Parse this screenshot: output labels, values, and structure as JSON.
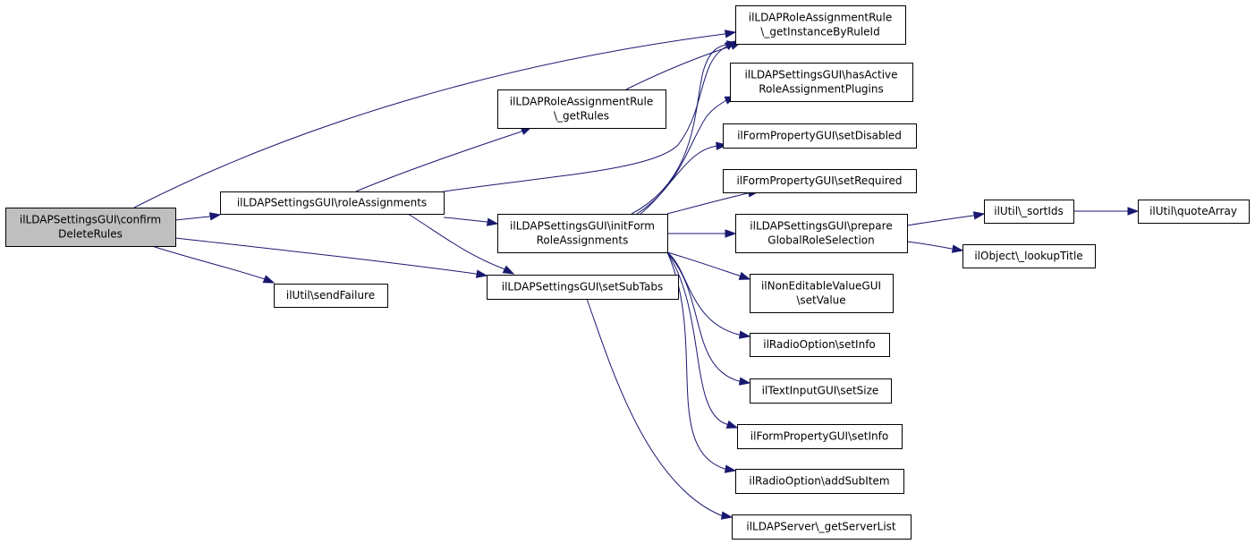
{
  "nodes": [
    {
      "id": "confirmDeleteRules",
      "lines": [
        "ilLDAPSettingsGUI\\confirm",
        "DeleteRules"
      ],
      "root": true
    },
    {
      "id": "roleAssignments",
      "lines": [
        "ilLDAPSettingsGUI\\roleAssignments"
      ]
    },
    {
      "id": "getRules",
      "lines": [
        "ilLDAPRoleAssignmentRule",
        "\\_getRules"
      ]
    },
    {
      "id": "getInstanceByRuleId",
      "lines": [
        "ilLDAPRoleAssignmentRule",
        "\\_getInstanceByRuleId"
      ]
    },
    {
      "id": "initFormRoleAssignments",
      "lines": [
        "ilLDAPSettingsGUI\\initForm",
        "RoleAssignments"
      ]
    },
    {
      "id": "setSubTabs",
      "lines": [
        "ilLDAPSettingsGUI\\setSubTabs"
      ]
    },
    {
      "id": "sendFailure",
      "lines": [
        "ilUtil\\sendFailure"
      ]
    },
    {
      "id": "hasActiveRoleAssignmentPlugins",
      "lines": [
        "ilLDAPSettingsGUI\\hasActive",
        "RoleAssignmentPlugins"
      ]
    },
    {
      "id": "setDisabled",
      "lines": [
        "ilFormPropertyGUI\\setDisabled"
      ]
    },
    {
      "id": "setRequired",
      "lines": [
        "ilFormPropertyGUI\\setRequired"
      ]
    },
    {
      "id": "prepareGlobalRoleSelection",
      "lines": [
        "ilLDAPSettingsGUI\\prepare",
        "GlobalRoleSelection"
      ]
    },
    {
      "id": "setValue",
      "lines": [
        "ilNonEditableValueGUI",
        "\\setValue"
      ]
    },
    {
      "id": "radioSetInfo",
      "lines": [
        "ilRadioOption\\setInfo"
      ]
    },
    {
      "id": "setSize",
      "lines": [
        "ilTextInputGUI\\setSize"
      ]
    },
    {
      "id": "formSetInfo",
      "lines": [
        "ilFormPropertyGUI\\setInfo"
      ]
    },
    {
      "id": "addSubItem",
      "lines": [
        "ilRadioOption\\addSubItem"
      ]
    },
    {
      "id": "getServerList",
      "lines": [
        "ilLDAPServer\\_getServerList"
      ]
    },
    {
      "id": "sortIds",
      "lines": [
        "ilUtil\\_sortIds"
      ]
    },
    {
      "id": "quoteArray",
      "lines": [
        "ilUtil\\quoteArray"
      ]
    },
    {
      "id": "lookupTitle",
      "lines": [
        "ilObject\\_lookupTitle"
      ]
    }
  ],
  "edges": [
    {
      "from": "confirmDeleteRules",
      "to": "getInstanceByRuleId"
    },
    {
      "from": "confirmDeleteRules",
      "to": "roleAssignments"
    },
    {
      "from": "confirmDeleteRules",
      "to": "setSubTabs"
    },
    {
      "from": "confirmDeleteRules",
      "to": "sendFailure"
    },
    {
      "from": "roleAssignments",
      "to": "getRules"
    },
    {
      "from": "roleAssignments",
      "to": "getInstanceByRuleId"
    },
    {
      "from": "roleAssignments",
      "to": "initFormRoleAssignments"
    },
    {
      "from": "roleAssignments",
      "to": "setSubTabs"
    },
    {
      "from": "getRules",
      "to": "getInstanceByRuleId"
    },
    {
      "from": "initFormRoleAssignments",
      "to": "getInstanceByRuleId"
    },
    {
      "from": "initFormRoleAssignments",
      "to": "hasActiveRoleAssignmentPlugins"
    },
    {
      "from": "initFormRoleAssignments",
      "to": "setDisabled"
    },
    {
      "from": "initFormRoleAssignments",
      "to": "setRequired"
    },
    {
      "from": "initFormRoleAssignments",
      "to": "prepareGlobalRoleSelection"
    },
    {
      "from": "initFormRoleAssignments",
      "to": "setValue"
    },
    {
      "from": "initFormRoleAssignments",
      "to": "radioSetInfo"
    },
    {
      "from": "initFormRoleAssignments",
      "to": "setSize"
    },
    {
      "from": "initFormRoleAssignments",
      "to": "formSetInfo"
    },
    {
      "from": "initFormRoleAssignments",
      "to": "addSubItem"
    },
    {
      "from": "setSubTabs",
      "to": "getServerList"
    },
    {
      "from": "prepareGlobalRoleSelection",
      "to": "sortIds"
    },
    {
      "from": "prepareGlobalRoleSelection",
      "to": "lookupTitle"
    },
    {
      "from": "sortIds",
      "to": "quoteArray"
    }
  ],
  "colors": {
    "edge": "#191970",
    "node_border": "#000000",
    "node_fill": "#ffffff",
    "root_fill": "#bfbfbf"
  }
}
